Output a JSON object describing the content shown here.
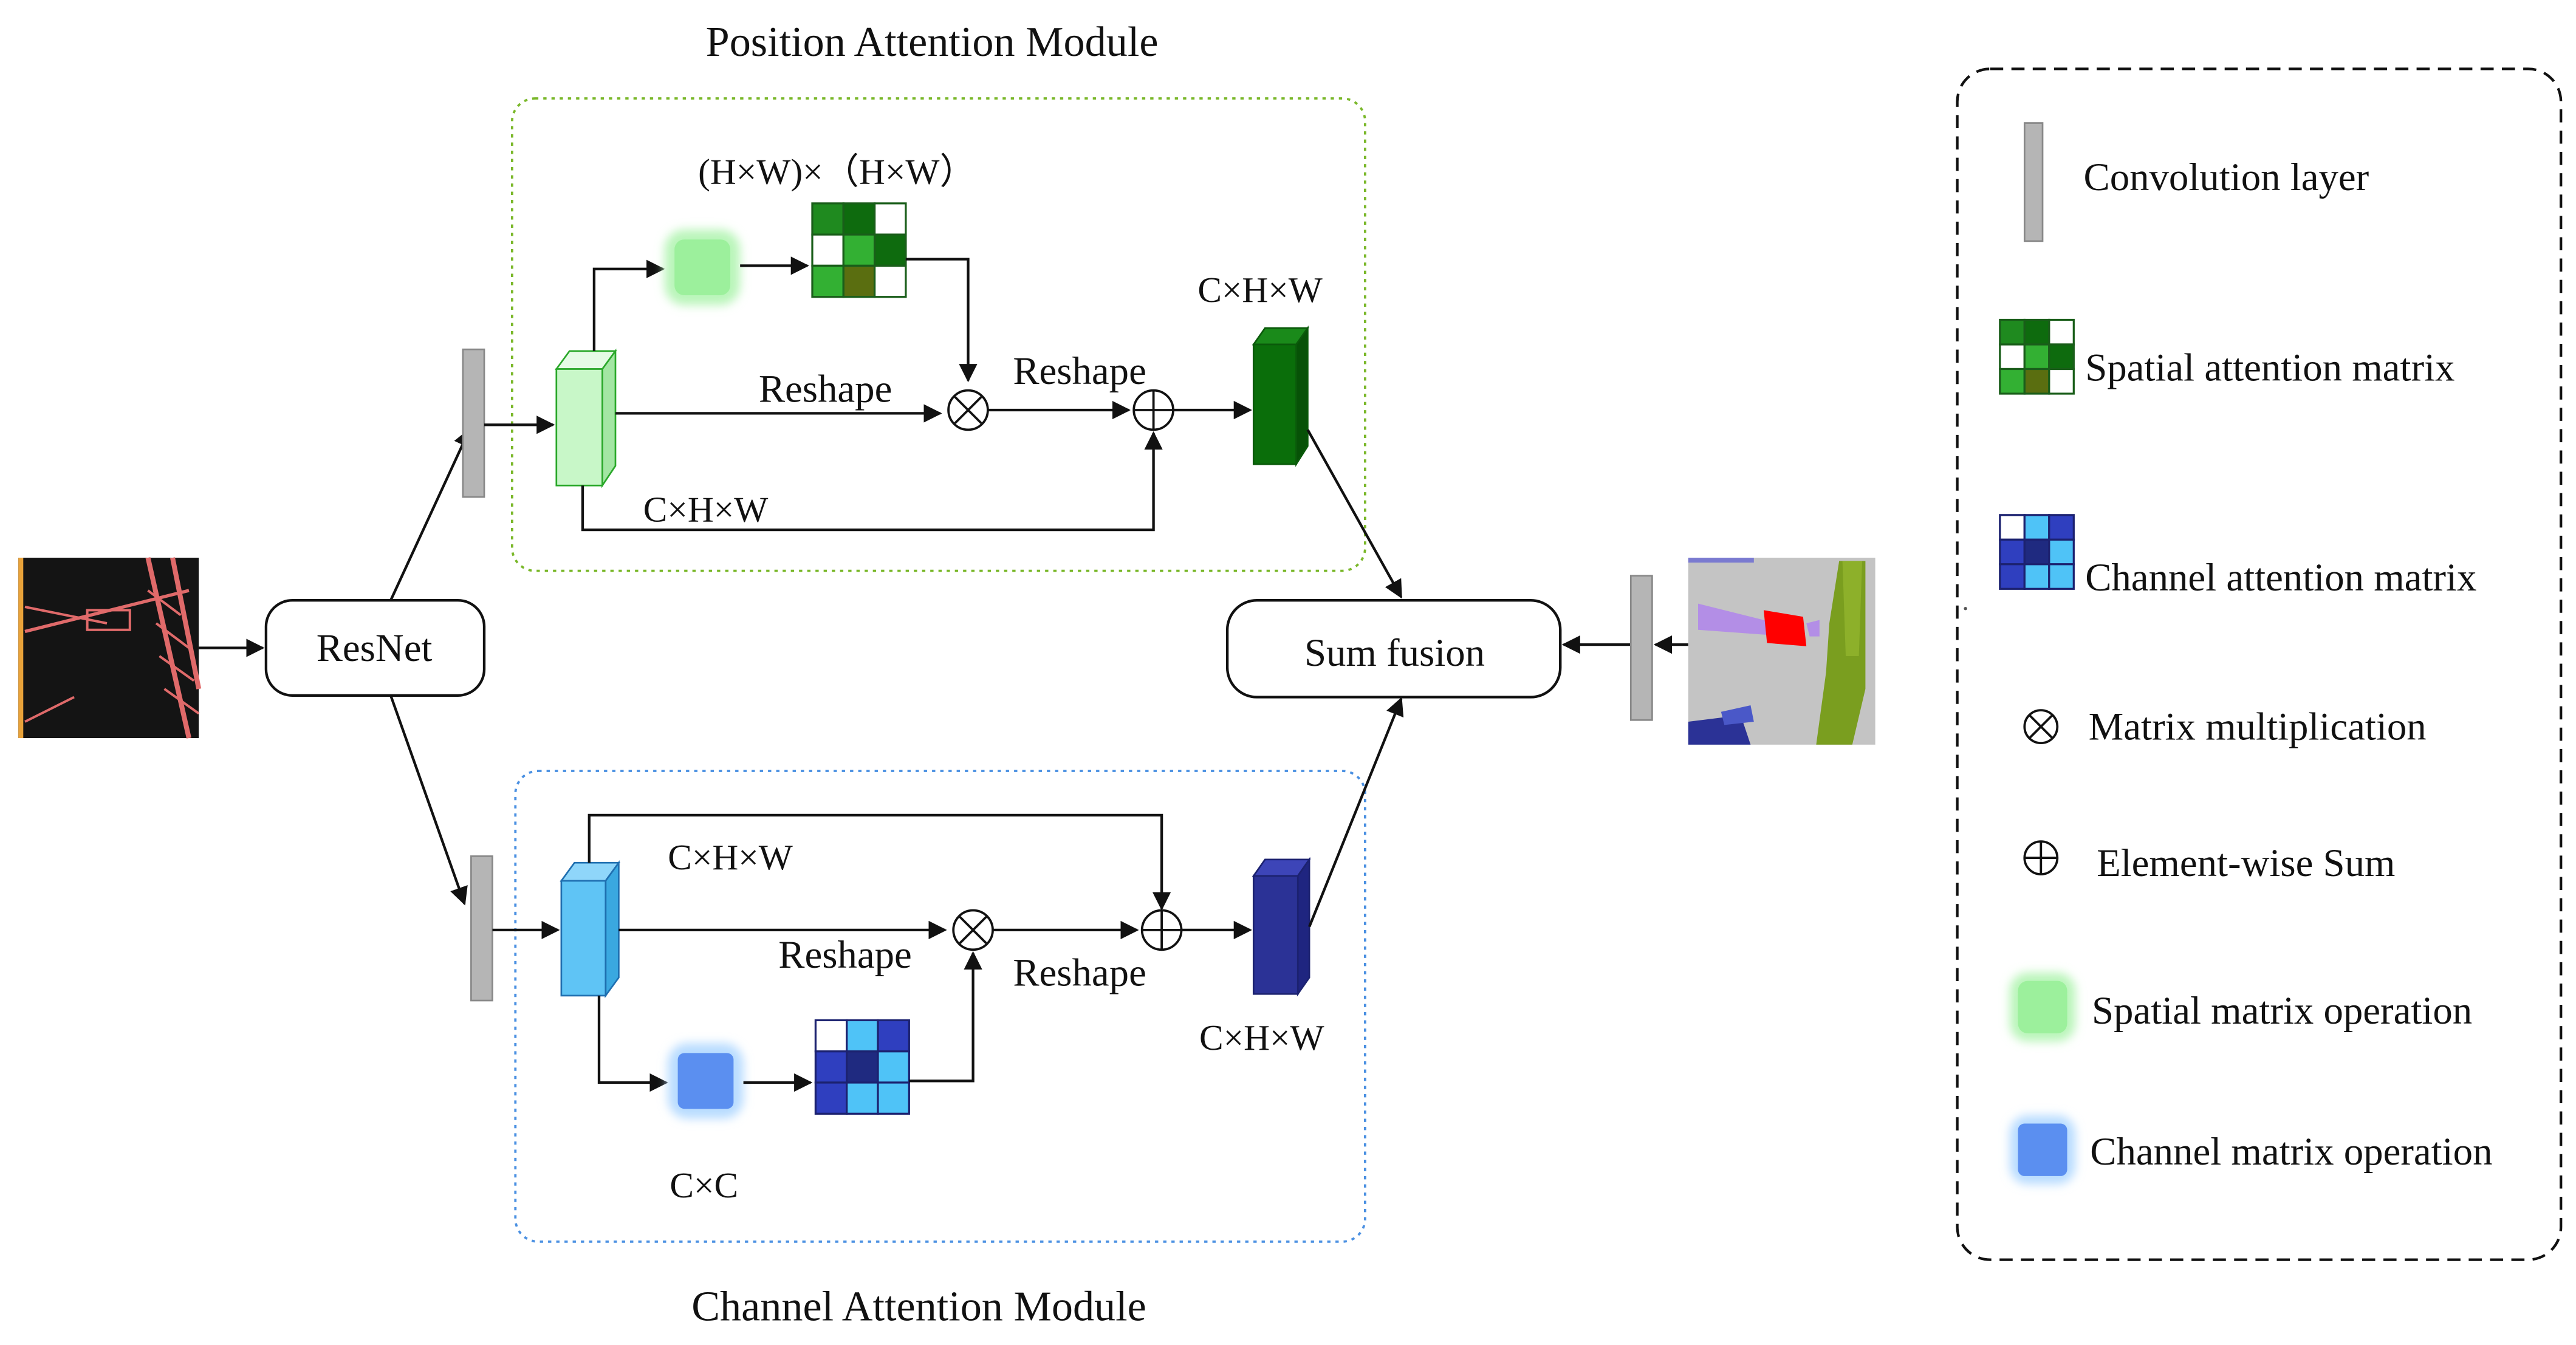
{
  "position_module": {
    "title": "Position Attention Module",
    "matrix_dims": "(H×W)×（H×W）",
    "reshape_1": "Reshape",
    "reshape_2": "Reshape",
    "out_dims": "C×H×W",
    "skip_dims": "C×H×W",
    "matrix_colors": [
      "#1f8a1f",
      "#0e6b0e",
      "#ffffff",
      "#ffffff",
      "#33b033",
      "#0e6b0e",
      "#33b033",
      "#5a6e10",
      "#ffffff"
    ]
  },
  "channel_module": {
    "title": "Channel Attention Module",
    "matrix_dims": "C×C",
    "reshape_1": "Reshape",
    "reshape_2": "Reshape",
    "out_dims": "C×H×W",
    "skip_dims": "C×H×W",
    "matrix_colors": [
      "#ffffff",
      "#4fc3f7",
      "#2f3fbf",
      "#2f3fbf",
      "#1f2a80",
      "#4fc3f7",
      "#2f3fbf",
      "#4fc3f7",
      "#4fc3f7"
    ]
  },
  "backbone": {
    "label": "ResNet"
  },
  "fusion": {
    "label": "Sum fusion"
  },
  "legend": {
    "items": [
      {
        "icon": "convolution-layer-icon",
        "label": "Convolution layer"
      },
      {
        "icon": "spatial-attention-matrix-icon",
        "label": "Spatial attention matrix"
      },
      {
        "icon": "channel-attention-matrix-icon",
        "label": "Channel attention matrix"
      },
      {
        "icon": "matrix-multiplication-icon",
        "label": "Matrix multiplication"
      },
      {
        "icon": "element-wise-sum-icon",
        "label": "Element-wise Sum"
      },
      {
        "icon": "spatial-matrix-operation-icon",
        "label": "Spatial matrix operation"
      },
      {
        "icon": "channel-matrix-operation-icon",
        "label": "Channel matrix operation"
      }
    ]
  },
  "colors": {
    "green_light": "#c8f7c8",
    "green_dark": "#0a6e0a",
    "blue_light": "#5fc4f5",
    "blue_dark": "#2b3296",
    "spatial_op": "#9cf09c",
    "channel_op": "#5b8ff0",
    "conv_gray": "#b5b5b5",
    "pam_border": "#7ab82a",
    "cam_border": "#4a90e2"
  }
}
